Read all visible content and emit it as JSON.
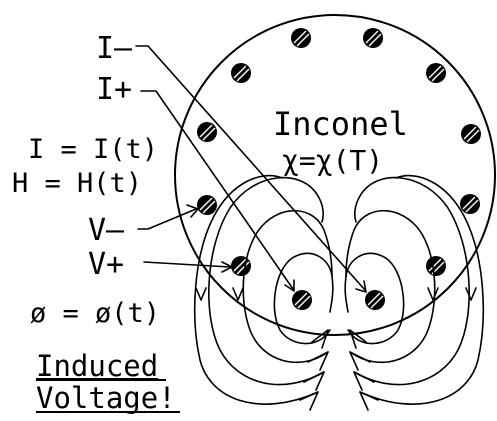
{
  "labels": {
    "lead_i_minus": "I–",
    "lead_i_plus": "I+",
    "current": "I = I(t)",
    "field": "H = H(t)",
    "lead_v_minus": "V–",
    "lead_v_plus": "V+",
    "flux": "ø = ø(t)",
    "material": "Inconel",
    "susceptibility": "χ=χ(T)",
    "induced_line1": "Induced",
    "induced_line2": "Voltage!"
  }
}
